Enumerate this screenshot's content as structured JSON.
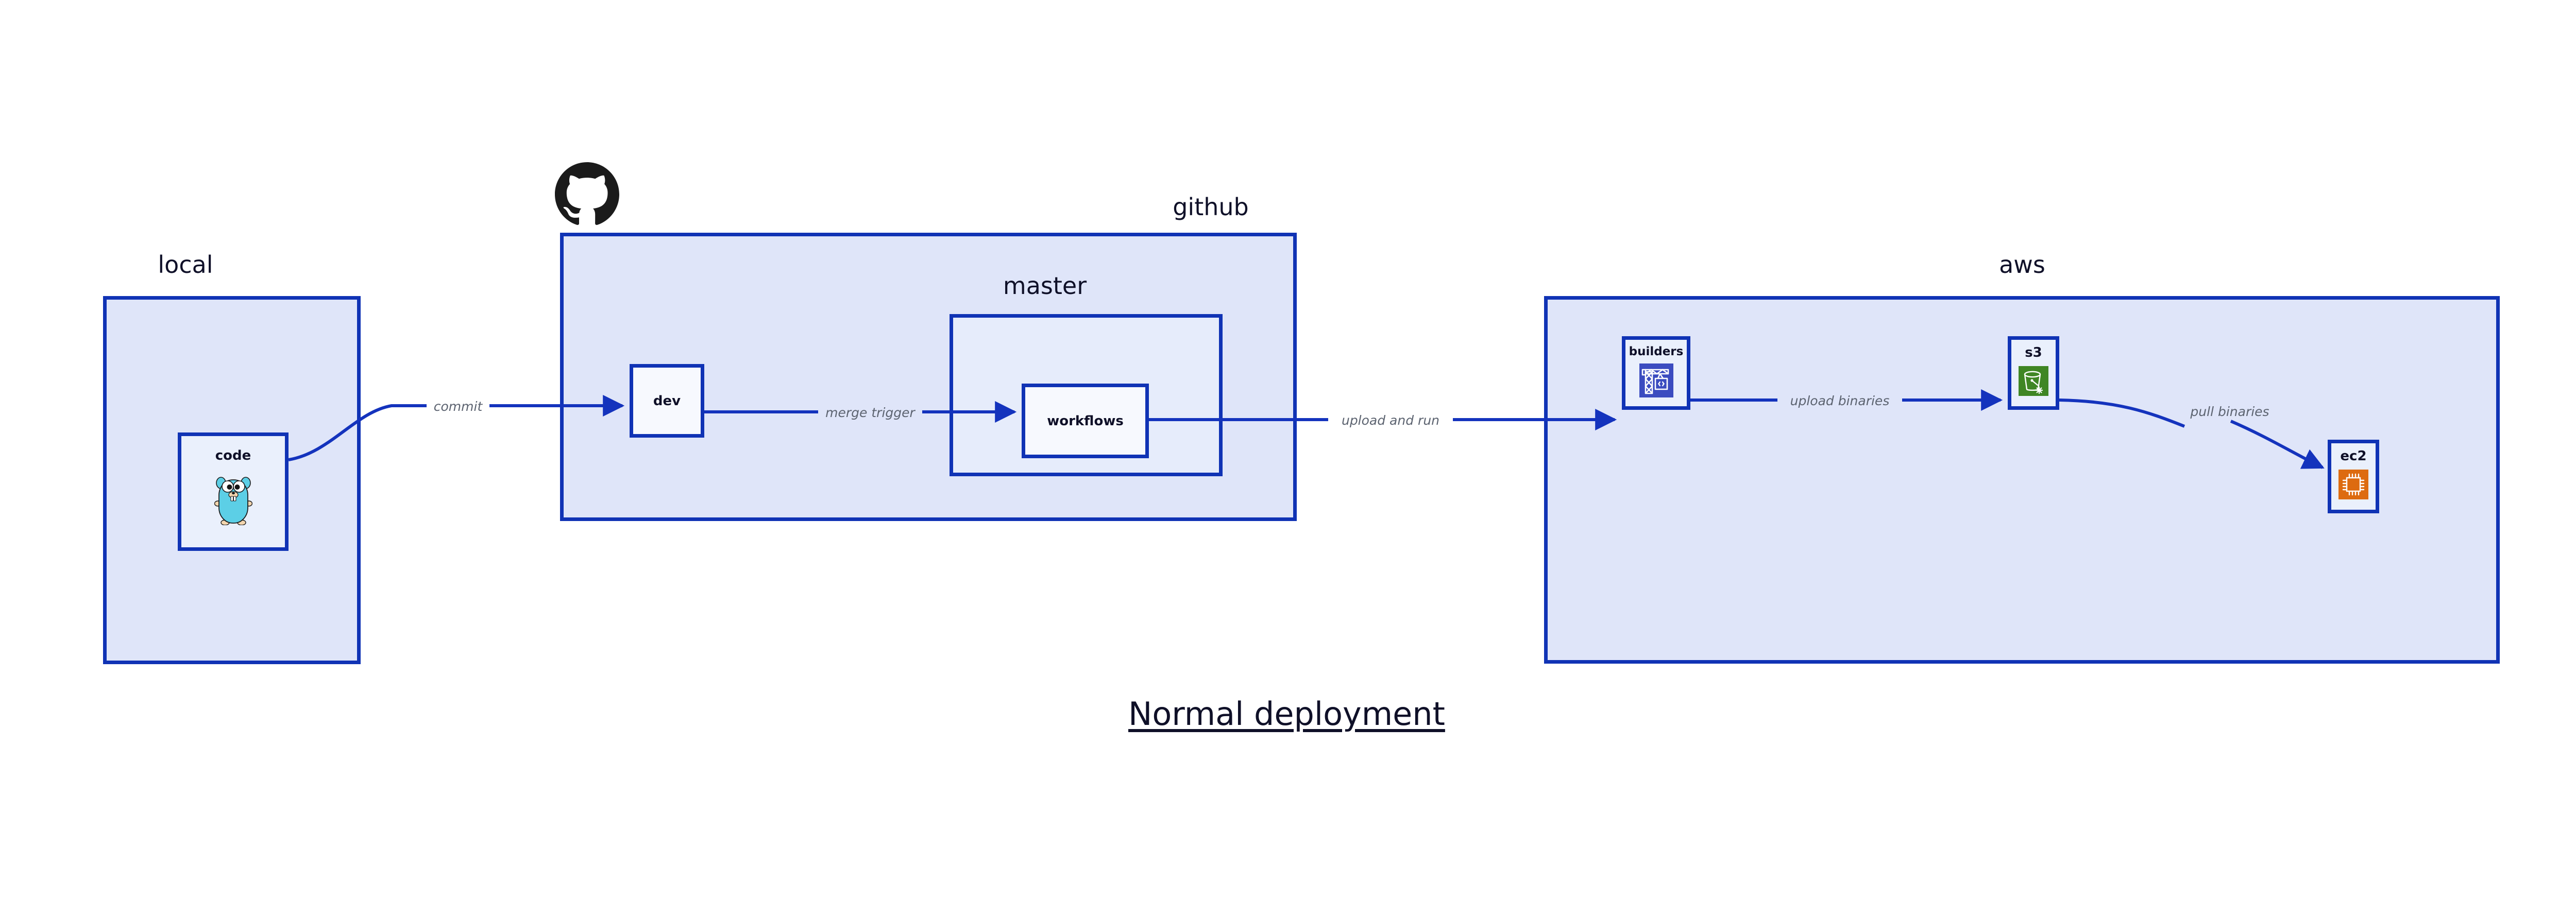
{
  "diagram": {
    "title": "Normal deployment",
    "groups": [
      {
        "id": "local",
        "label": "local"
      },
      {
        "id": "github",
        "label": "github"
      },
      {
        "id": "master",
        "label": "master"
      },
      {
        "id": "aws",
        "label": "aws"
      }
    ],
    "nodes": [
      {
        "id": "code",
        "label": "code",
        "icon": "go-gopher-icon",
        "icon_color": "#5ccfe6"
      },
      {
        "id": "dev",
        "label": "dev",
        "icon": null,
        "icon_color": null
      },
      {
        "id": "workflows",
        "label": "workflows",
        "icon": null,
        "icon_color": null
      },
      {
        "id": "builders",
        "label": "builders",
        "icon": "crane-code-icon",
        "icon_color": "#3b4cc0"
      },
      {
        "id": "s3",
        "label": "s3",
        "icon": "s3-bucket-icon",
        "icon_color": "#3f8624"
      },
      {
        "id": "ec2",
        "label": "ec2",
        "icon": "ec2-chip-icon",
        "icon_color": "#dd6b10"
      }
    ],
    "edges": [
      {
        "id": "e1",
        "from": "code",
        "to": "dev",
        "label": "commit"
      },
      {
        "id": "e2",
        "from": "dev",
        "to": "workflows",
        "label": "merge trigger"
      },
      {
        "id": "e3",
        "from": "workflows",
        "to": "builders",
        "label": "upload and run"
      },
      {
        "id": "e4",
        "from": "builders",
        "to": "s3",
        "label": "upload binaries"
      },
      {
        "id": "e5",
        "from": "s3",
        "to": "ec2",
        "label": "pull binaries"
      }
    ],
    "brand_icon": "github-octocat-icon",
    "colors": {
      "border_blue": "#1033b5",
      "group_fill": "#dfe5f9",
      "group_fill_light": "#e6ecfb",
      "node_fill": "#eaf0fc",
      "node_fill_white": "#f7f9fe",
      "edge_blue": "#1433bd",
      "edge_label_gray": "#5c6370",
      "text_dark": "#0f1028",
      "builders_icon_bg": "#3b4cc0",
      "s3_icon_bg": "#3f8624",
      "ec2_icon_bg": "#dd6b10",
      "gopher_body": "#5ccfe6",
      "octocat_black": "#1b1b1b"
    }
  }
}
